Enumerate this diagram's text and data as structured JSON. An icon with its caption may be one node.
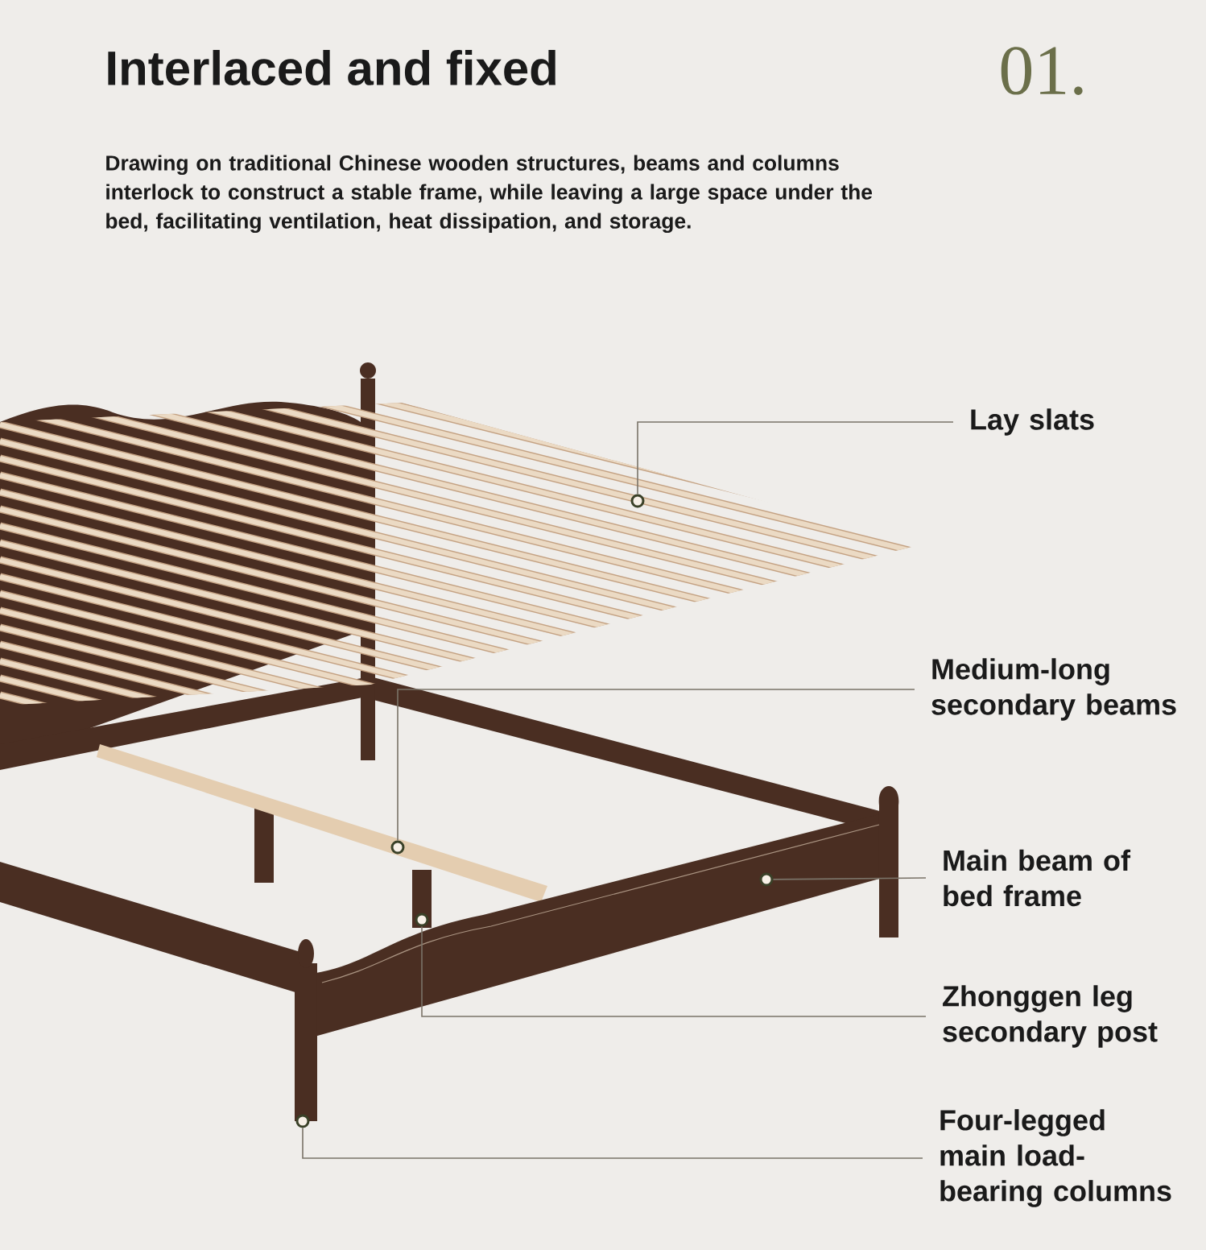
{
  "diagram": {
    "title": "Interlaced and fixed",
    "nodes": [
      {
        "text": [
          "Lay slats"
        ]
      },
      {
        "text": [
          "Medium-long secondary beams"
        ]
      },
      {
        "text": [
          "Main beam of bed frame"
        ]
      },
      {
        "text": [
          "Zhonggen leg secondary post"
        ]
      },
      {
        "text": [
          "Four-legged main load-bearing columns"
        ]
      },
      {
        "text": [],
        "shape": "circle"
      },
      {
        "text": [],
        "shape": "circle"
      },
      {
        "text": [],
        "shape": "circle"
      },
      {
        "text": [],
        "shape": "circle"
      },
      {
        "text": [],
        "shape": "circle"
      }
    ],
    "edges": [
      {
        "from": 0,
        "to": 5,
        "arrow": "none"
      },
      {
        "from": 1,
        "to": 6,
        "arrow": "none"
      },
      {
        "from": 2,
        "to": 7,
        "arrow": "none"
      },
      {
        "from": 3,
        "to": 8,
        "arrow": "none"
      },
      {
        "from": 4,
        "to": 9,
        "arrow": "none"
      }
    ],
    "labels": [
      "01.",
      "Drawing on traditional Chinese wooden structures, beams and columns interlock to construct a stable frame, while leaving a large space under the bed, facilitating ventilation, heat dissipation, and storage."
    ]
  }
}
